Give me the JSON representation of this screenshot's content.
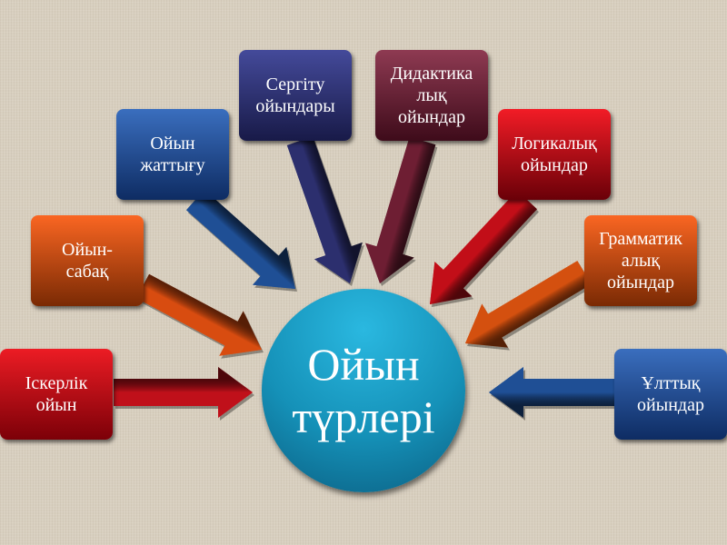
{
  "center": {
    "label": "Ойын\nтүрлері",
    "color": "#1591b8"
  },
  "nodes": [
    {
      "label": "Іскерлік\nойын",
      "color": "#c0101a"
    },
    {
      "label": "Ойын-\nсабақ",
      "color": "#d84c10"
    },
    {
      "label": "Ойын\nжаттығу",
      "color": "#1f4f95"
    },
    {
      "label": "Сергіту\nойындары",
      "color": "#2c2f6e"
    },
    {
      "label": "Дидактика\nлық\nойындар",
      "color": "#6e1e33"
    },
    {
      "label": "Логикалық\nойындар",
      "color": "#c20e18"
    },
    {
      "label": "Грамматик\nалық\nойындар",
      "color": "#d4500f"
    },
    {
      "label": "Ұлттық\nойындар",
      "color": "#1f4f95"
    }
  ]
}
